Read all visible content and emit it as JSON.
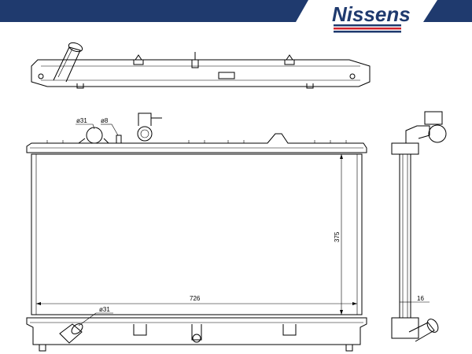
{
  "brand": {
    "name": "Nissens",
    "color_dark": "#1f3a6e",
    "color_red": "#d0202a"
  },
  "dimensions": {
    "width": "726",
    "height": "375",
    "depth": "16",
    "inlet_diameter": "ø31",
    "outlet_diameter": "ø31",
    "vent_diameter": "ø8"
  }
}
